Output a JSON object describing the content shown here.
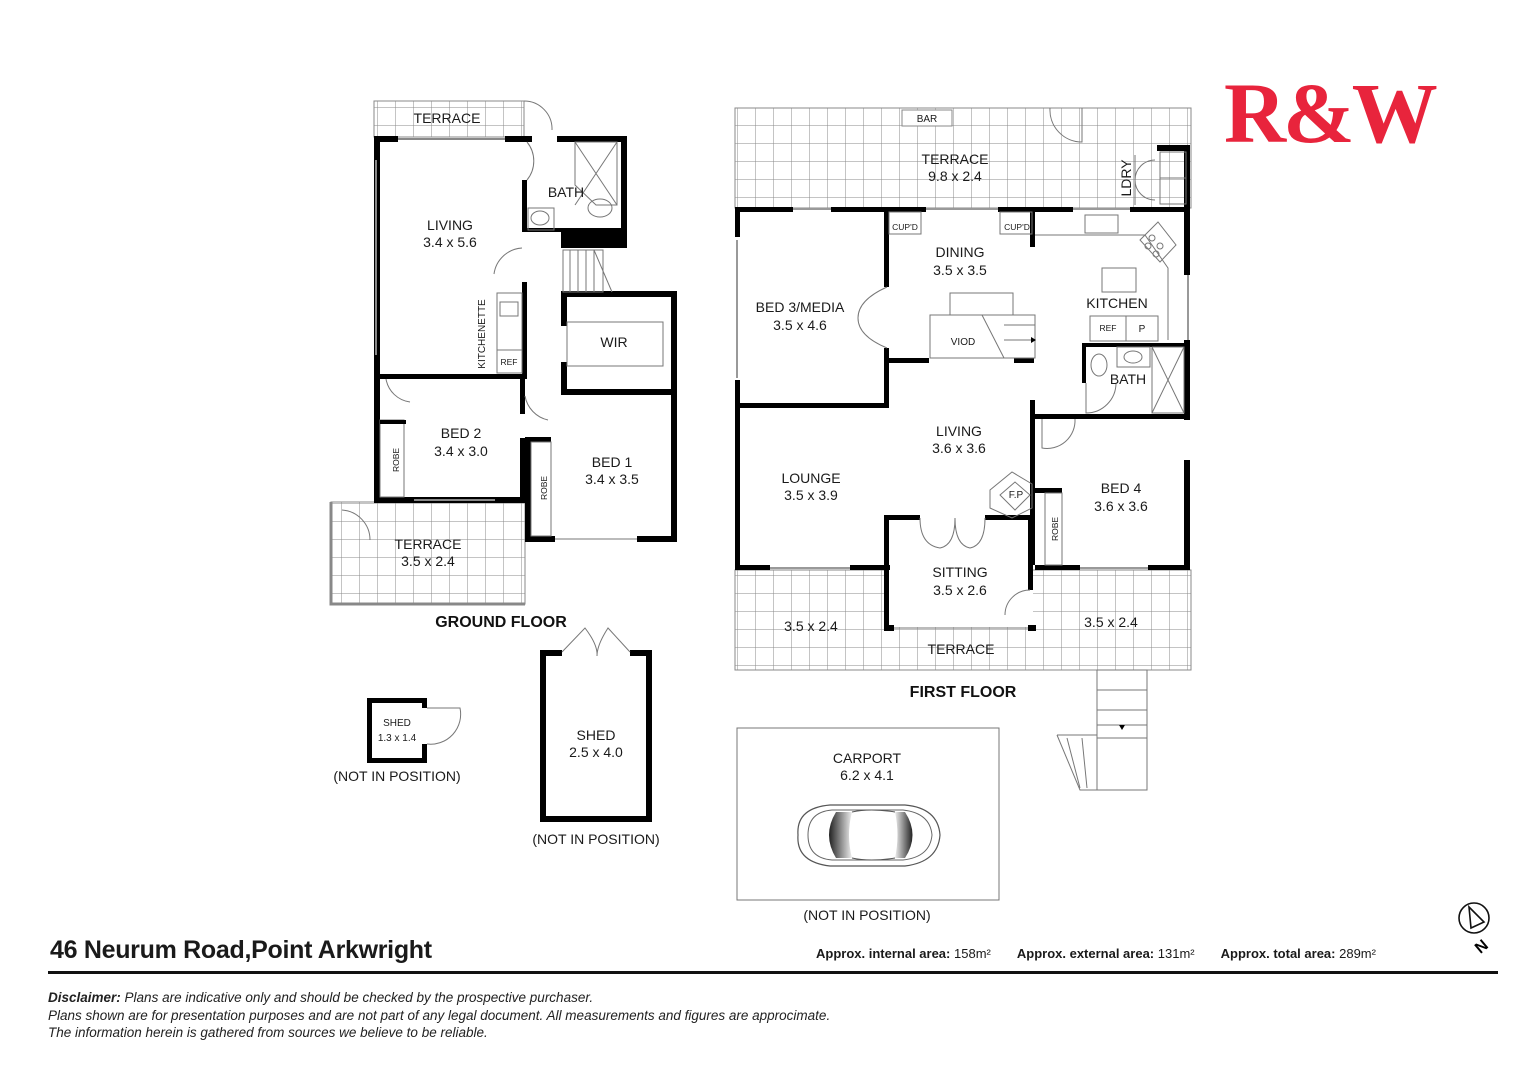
{
  "brand": {
    "logo_text": "R&W",
    "logo_color": "#e8243c"
  },
  "property": {
    "address": "46 Neurum Road,Point Arkwright"
  },
  "areas": {
    "internal": {
      "label": "Approx. internal area:",
      "value": "158m²"
    },
    "external": {
      "label": "Approx.  external area:",
      "value": "131m²"
    },
    "total": {
      "label": "Approx. total area:",
      "value": "289m²"
    }
  },
  "compass": {
    "icon": "north-arrow-icon",
    "label": "N"
  },
  "disclaimer": {
    "heading": "Disclaimer:",
    "line1": " Plans are indicative only and should be checked by the prospective purchaser.",
    "line2": "Plans shown are for presentation purposes and are not part of any legal document. All measurements and figures are approcimate.",
    "line3": "The information herein is gathered from sources we believe to be reliable."
  },
  "ground_floor": {
    "title": "GROUND FLOOR",
    "rooms": {
      "terrace_top": {
        "name": "TERRACE"
      },
      "living": {
        "name": "LIVING",
        "size": "3.4 x 5.6"
      },
      "bath": {
        "name": "BATH"
      },
      "kitchenette": {
        "name": "KITCHENETTE"
      },
      "ref": {
        "name": "REF"
      },
      "wir": {
        "name": "WIR"
      },
      "bed2": {
        "name": "BED 2",
        "size": "3.4 x 3.0"
      },
      "bed2_robe": {
        "name": "ROBE"
      },
      "bed1": {
        "name": "BED 1",
        "size": "3.4 x 3.5"
      },
      "bed1_robe": {
        "name": "ROBE"
      },
      "terrace_bottom": {
        "name": "TERRACE",
        "size": "3.5 x 2.4"
      }
    }
  },
  "outbuildings": {
    "shed_small": {
      "name": "SHED",
      "size": "1.3 x 1.4",
      "note": "(NOT IN POSITION)"
    },
    "shed_large": {
      "name": "SHED",
      "size": "2.5 x 4.0",
      "note": "(NOT IN POSITION)"
    },
    "carport": {
      "name": "CARPORT",
      "size": "6.2 x 4.1",
      "note": "(NOT IN POSITION)"
    }
  },
  "first_floor": {
    "title": "FIRST FLOOR",
    "rooms": {
      "bar": {
        "name": "BAR"
      },
      "terrace_top": {
        "name": "TERRACE",
        "size": "9.8 x 2.4"
      },
      "ldry": {
        "name": "LDRY"
      },
      "cupd_left": {
        "name": "CUP'D"
      },
      "cupd_right": {
        "name": "CUP'D"
      },
      "dining": {
        "name": "DINING",
        "size": "3.5 x 3.5"
      },
      "kitchen": {
        "name": "KITCHEN"
      },
      "ref": {
        "name": "REF"
      },
      "pantry": {
        "name": "P"
      },
      "bed3": {
        "name": "BED 3/MEDIA",
        "size": "3.5 x 4.6"
      },
      "void": {
        "name": "VIOD"
      },
      "bath": {
        "name": "BATH"
      },
      "living": {
        "name": "LIVING",
        "size": "3.6 x 3.6"
      },
      "lounge": {
        "name": "LOUNGE",
        "size": "3.5 x 3.9"
      },
      "fireplace": {
        "name": "F.P"
      },
      "bed4": {
        "name": "BED 4",
        "size": "3.6 x 3.6"
      },
      "bed4_robe": {
        "name": "ROBE"
      },
      "sitting": {
        "name": "SITTING",
        "size": "3.5 x 2.6"
      },
      "terrace_left": {
        "size": "3.5 x 2.4"
      },
      "terrace_right": {
        "size": "3.5 x 2.4"
      },
      "terrace_bottom": {
        "name": "TERRACE"
      }
    }
  }
}
